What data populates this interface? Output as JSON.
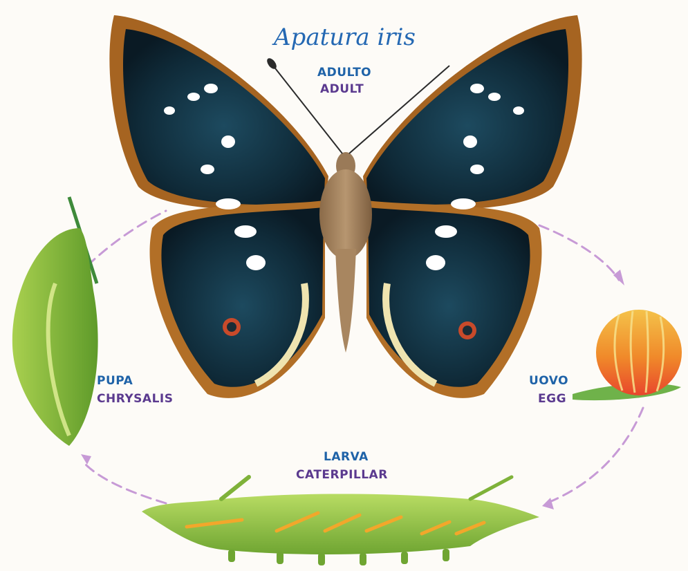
{
  "title": "Apatura iris",
  "stages": {
    "adult": {
      "it": "ADULTO",
      "en": "ADULT"
    },
    "egg": {
      "it": "UOVO",
      "en": "EGG"
    },
    "larva": {
      "it": "LARVA",
      "en": "CATERPILLAR"
    },
    "pupa": {
      "it": "PUPA",
      "en": "CHRYSALIS"
    }
  },
  "colors": {
    "italian_label": "#1f63a8",
    "english_label": "#5b3a8f",
    "cycle_arrows": "#c79ad6",
    "wing": "#0f2a38",
    "wing_border": "#b06a22",
    "leaf_green": "#9cc84a"
  }
}
